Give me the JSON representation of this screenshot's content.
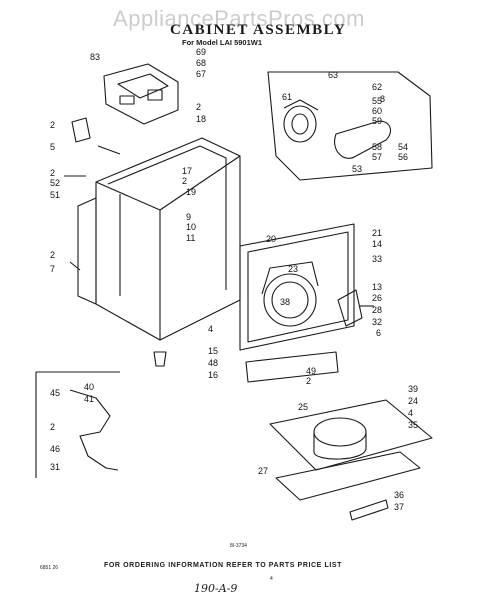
{
  "watermark": "AppliancePartsPros.com",
  "title": "CABINET ASSEMBLY",
  "subtitle": "For Model LAI 5901W1",
  "footer": "FOR ORDERING INFORMATION REFER TO PARTS PRICE LIST",
  "doc_number": "8I-3734",
  "left_code": "6851 26",
  "page_mark": "4",
  "handwritten_note": "190-A-9",
  "callouts": [
    "83",
    "69",
    "68",
    "67",
    "63",
    "62",
    "61",
    "55",
    "8",
    "60",
    "59",
    "58",
    "57",
    "53",
    "54",
    "56",
    "2",
    "18",
    "2",
    "5",
    "2",
    "52",
    "51",
    "17",
    "2",
    "19",
    "9",
    "10",
    "11",
    "20",
    "21",
    "14",
    "33",
    "23",
    "38",
    "13",
    "26",
    "28",
    "32",
    "6",
    "4",
    "15",
    "48",
    "16",
    "2",
    "7",
    "49",
    "2",
    "39",
    "24",
    "4",
    "35",
    "25",
    "27",
    "36",
    "37",
    "45",
    "40",
    "41",
    "2",
    "46",
    "31"
  ]
}
